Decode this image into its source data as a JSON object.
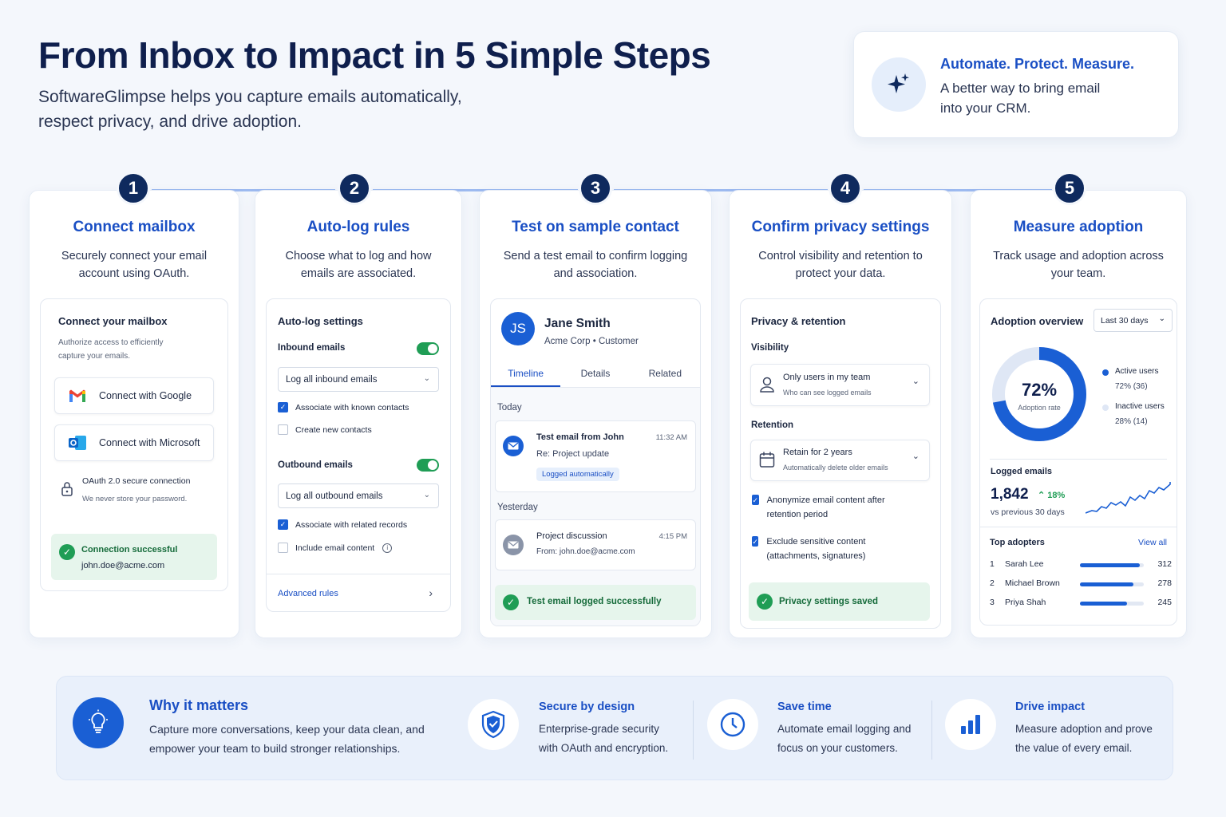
{
  "header": {
    "title": "From Inbox to Impact in 5 Simple Steps",
    "subtitle": "SoftwareGlimpse helps you capture emails automatically, respect privacy, and drive adoption."
  },
  "promo": {
    "title": "Automate. Protect. Measure.",
    "text": "A better way to bring email into your CRM.",
    "icon": "sparkle-icon"
  },
  "steps": [
    {
      "num": "1",
      "title": "Connect mailbox",
      "desc": "Securely connect your email account using OAuth."
    },
    {
      "num": "2",
      "title": "Auto-log rules",
      "desc": "Choose what to log and how emails are associated."
    },
    {
      "num": "3",
      "title": "Test on sample contact",
      "desc": "Send a test email to confirm logging and association."
    },
    {
      "num": "4",
      "title": "Confirm privacy settings",
      "desc": "Control visibility and retention to protect your data."
    },
    {
      "num": "5",
      "title": "Measure adoption",
      "desc": "Track usage and adoption across your team."
    }
  ],
  "mailbox": {
    "title": "Connect your mailbox",
    "desc": "Authorize access to efficiently capture your emails.",
    "google": "Connect with Google",
    "microsoft": "Connect with Microsoft",
    "oauth_title": "OAuth 2.0 secure connection",
    "oauth_note": "We never store your password.",
    "success_title": "Connection successful",
    "success_email": "john.doe@acme.com"
  },
  "autolog": {
    "title": "Auto-log settings",
    "inbound_label": "Inbound emails",
    "inbound_select": "Log all inbound emails",
    "inbound_opts": [
      {
        "label": "Associate with known contacts",
        "checked": true
      },
      {
        "label": "Create new contacts",
        "checked": false
      }
    ],
    "outbound_label": "Outbound emails",
    "outbound_select": "Log all outbound emails",
    "outbound_opts": [
      {
        "label": "Associate with related records",
        "checked": true
      },
      {
        "label": "Include email content",
        "checked": false
      }
    ],
    "advanced": "Advanced rules"
  },
  "contact": {
    "initials": "JS",
    "name": "Jane Smith",
    "company": "Acme Corp",
    "role": "Customer",
    "tabs": [
      "Timeline",
      "Details",
      "Related"
    ],
    "today": "Today",
    "email1_subject": "Test email from John",
    "email1_time": "11:32 AM",
    "email1_line": "Re: Project update",
    "email1_badge": "Logged automatically",
    "yesterday": "Yesterday",
    "email2_subject": "Project discussion",
    "email2_time": "4:15 PM",
    "email2_from": "From: john.doe@acme.com",
    "success": "Test email logged successfully"
  },
  "privacy": {
    "title": "Privacy & retention",
    "visibility_label": "Visibility",
    "visibility_value": "Only users in my team",
    "visibility_note": "Who can see logged emails",
    "retention_label": "Retention",
    "retention_value": "Retain for 2 years",
    "retention_note": "Automatically delete older emails",
    "opt1": "Anonymize email content after retention period",
    "opt2": "Exclude sensitive content (attachments, signatures)",
    "saved": "Privacy settings saved"
  },
  "adoption": {
    "title": "Adoption overview",
    "range": "Last 30 days",
    "rate": "72%",
    "rate_label": "Adoption rate",
    "rate_value": 0.72,
    "active_label": "Active users",
    "active_value": "72% (36)",
    "inactive_label": "Inactive users",
    "inactive_value": "28% (14)",
    "logged_label": "Logged emails",
    "logged_value": "1,842",
    "logged_change": "18%",
    "logged_compare": "vs previous 30 days",
    "top_label": "Top adopters",
    "view_all": "View all",
    "adopters": [
      {
        "rank": "1",
        "name": "Sarah Lee",
        "value": "312",
        "n": 312
      },
      {
        "rank": "2",
        "name": "Michael Brown",
        "value": "278",
        "n": 278
      },
      {
        "rank": "3",
        "name": "Priya Shah",
        "value": "245",
        "n": 245
      }
    ]
  },
  "footer": {
    "why_title": "Why it matters",
    "why_text": "Capture more conversations, keep your data clean, and empower your team to build stronger relationships.",
    "items": [
      {
        "title": "Secure by design",
        "text": "Enterprise-grade security with OAuth and encryption.",
        "icon": "shield-icon"
      },
      {
        "title": "Save time",
        "text": "Automate email logging and focus on your customers.",
        "icon": "clock-icon"
      },
      {
        "title": "Drive impact",
        "text": "Measure adoption and prove the value of every email.",
        "icon": "bar-chart-icon"
      }
    ]
  },
  "colors": {
    "accent": "#1a4fc4",
    "navy": "#0f2a5e",
    "success": "#1f9d55",
    "background": "#f4f7fc"
  }
}
